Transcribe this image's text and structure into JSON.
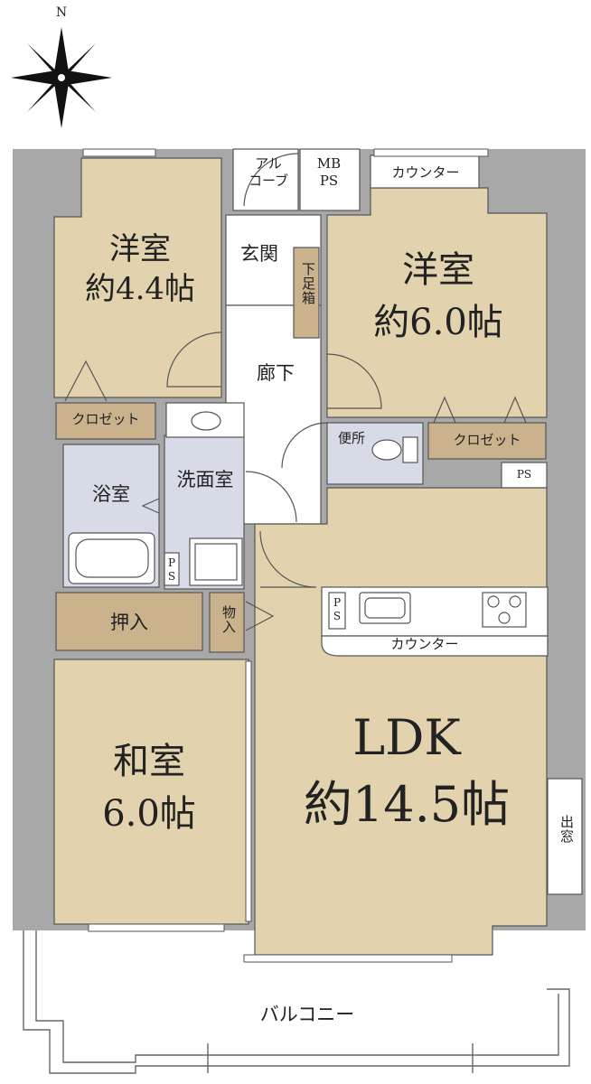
{
  "compass": {
    "north_label": "N",
    "icon": "compass-rose-icon"
  },
  "rooms": {
    "western_room_1": {
      "name": "洋室",
      "size": "約4.4帖"
    },
    "western_room_2": {
      "name": "洋室",
      "size": "約6.0帖"
    },
    "japanese_room": {
      "name": "和室",
      "size": "6.0帖"
    },
    "ldk": {
      "name": "LDK",
      "size": "約14.5帖"
    },
    "bathroom": {
      "name": "浴室"
    },
    "washroom": {
      "name": "洗面室"
    },
    "toilet": {
      "name": "便所"
    },
    "entrance": {
      "name": "玄関"
    },
    "hallway": {
      "name": "廊下"
    },
    "balcony": {
      "name": "バルコニー"
    }
  },
  "storage": {
    "alcove": "アル\nコーブ",
    "mbps": "MB\nPS",
    "counter_top": "カウンター",
    "shoe_box": "下足箱",
    "closet_left": "クロゼット",
    "closet_right": "クロゼット",
    "ps_right": "PS",
    "ps_wash": "PS",
    "ps_kitchen": "PS",
    "oshiire": "押入",
    "monoire": "物入",
    "kitchen_counter": "カウンター",
    "bay_window": "出窓"
  },
  "colors": {
    "wall": "#a8a8a8",
    "room_fill": "#e2d3ae",
    "storage_fill": "#c9b28c",
    "wet_fill": "#d6dbe7",
    "outline": "#555555"
  }
}
